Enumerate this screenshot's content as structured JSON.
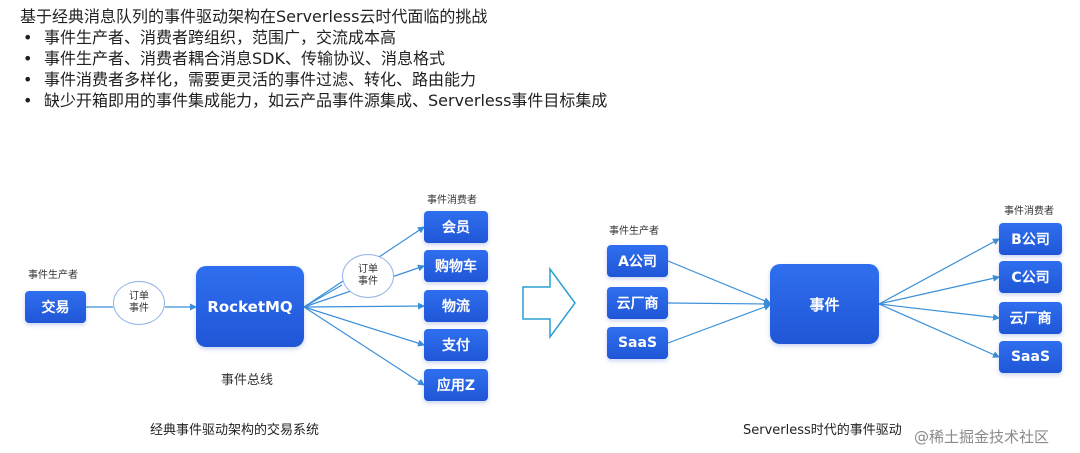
{
  "header": {
    "title": "基于经典消息队列的事件驱动架构在Serverless云时代面临的挑战",
    "bullets": [
      "事件生产者、消费者跨组织，范围广，交流成本高",
      "事件生产者、消费者耦合消息SDK、传输协议、消息格式",
      "事件消费者多样化，需要更灵活的事件过滤、转化、路由能力",
      "缺少开箱即用的事件集成能力，如云产品事件源集成、Serverless事件目标集成"
    ]
  },
  "left": {
    "producer_label": "事件生产者",
    "producer": "交易",
    "circle1": [
      "订单",
      "事件"
    ],
    "hub": "RocketMQ",
    "hub_label": "事件总线",
    "circle2": [
      "订单",
      "事件"
    ],
    "consumer_label": "事件消费者",
    "consumers": [
      "会员",
      "购物车",
      "物流",
      "支付",
      "应用Z"
    ],
    "caption": "经典事件驱动架构的交易系统"
  },
  "right": {
    "producer_label": "事件生产者",
    "producers": [
      "A公司",
      "云厂商",
      "SaaS"
    ],
    "hub": "事件",
    "consumer_label": "事件消费者",
    "consumers": [
      "B公司",
      "C公司",
      "云厂商",
      "SaaS"
    ],
    "caption": "Serverless时代的事件驱动"
  },
  "watermark": "@稀土掘金技术社区",
  "colors": {
    "box": "#2a64e8",
    "line": "#3a8fd8",
    "arrow_outline": "#2a9fd6",
    "circle_border": "#8fb0e8"
  }
}
